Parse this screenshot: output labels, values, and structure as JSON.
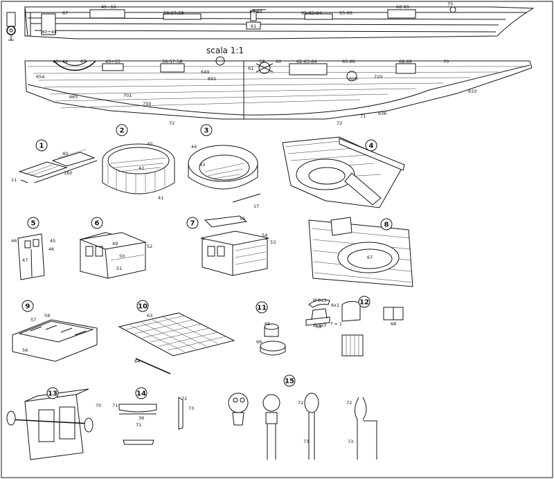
{
  "scale_label": "scala 1:1",
  "profile_labels": [
    "45÷55",
    "67",
    "56-57-58",
    "59-60",
    "62-63-64",
    "65-66",
    "68-69",
    "75",
    "61",
    "40÷44"
  ],
  "deck_labels": [
    "40÷44",
    "67",
    "45÷55",
    "56-57-58",
    "59",
    "60",
    "62-63-64",
    "65-66",
    "68-69",
    "70",
    "654",
    "649",
    "691",
    "61",
    "620",
    "720",
    "701",
    "665",
    "750",
    "72",
    "72",
    "71",
    "636",
    "633"
  ],
  "figures": [
    {
      "number": "1",
      "labels": [
        "40",
        "11",
        "160"
      ]
    },
    {
      "number": "2",
      "labels": [
        "40",
        "42",
        "41"
      ]
    },
    {
      "number": "3",
      "labels": [
        "44",
        "43",
        "17"
      ]
    },
    {
      "number": "4",
      "labels": [
        "46",
        "45",
        "46",
        "47"
      ]
    },
    {
      "number": "5",
      "labels": [
        "49",
        "52",
        "50",
        "51"
      ]
    },
    {
      "number": "6",
      "labels": [
        "55",
        "54",
        "53"
      ]
    },
    {
      "number": "7",
      "labels": []
    },
    {
      "number": "8",
      "labels": [
        "67"
      ]
    },
    {
      "number": "9",
      "labels": [
        "57",
        "58",
        "56"
      ]
    },
    {
      "number": "10",
      "labels": [
        "63",
        "64"
      ]
    },
    {
      "number": "11",
      "labels": [
        "65",
        "66"
      ]
    },
    {
      "number": "12",
      "labels": [
        "Ø 8x3",
        "6x1",
        "69",
        "Ø 3x3",
        "f = 1",
        "68"
      ]
    },
    {
      "number": "13",
      "labels": [
        "70"
      ]
    },
    {
      "number": "14",
      "labels": [
        "36",
        "71",
        "71",
        "72",
        "73"
      ]
    },
    {
      "number": "15",
      "labels": [
        "72",
        "73",
        "72",
        "73"
      ]
    }
  ]
}
